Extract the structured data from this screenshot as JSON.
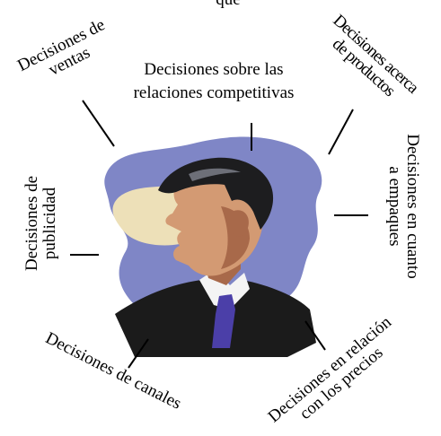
{
  "diagram": {
    "labels": {
      "top_partial": "que",
      "competitive_line1": "Decisiones sobre las",
      "competitive_line2": "relaciones competitivas",
      "sales_line1": "Decisiones de",
      "sales_line2": "ventas",
      "products_line1": "Decisiones acerca",
      "products_line2": "de productos",
      "packaging_line1": "Decisiones en cuanto",
      "packaging_line2": "a empaques",
      "advertising_line1": "Decisiones de",
      "advertising_line2": "publicidad",
      "channels": "Decisiones de canales",
      "prices_line1": "Decisiones en relación",
      "prices_line2": "con los precios"
    },
    "colors": {
      "background": "#ffffff",
      "text": "#000000",
      "blob_blue": "#7f86c6",
      "blob_cream": "#ede0b8",
      "suit": "#1b1b1b",
      "shirt": "#f4f4f4",
      "tie": "#4b3fa8",
      "skin": "#d39a73",
      "skin_shadow": "#a8694a",
      "hair": "#1d1d1f"
    }
  }
}
